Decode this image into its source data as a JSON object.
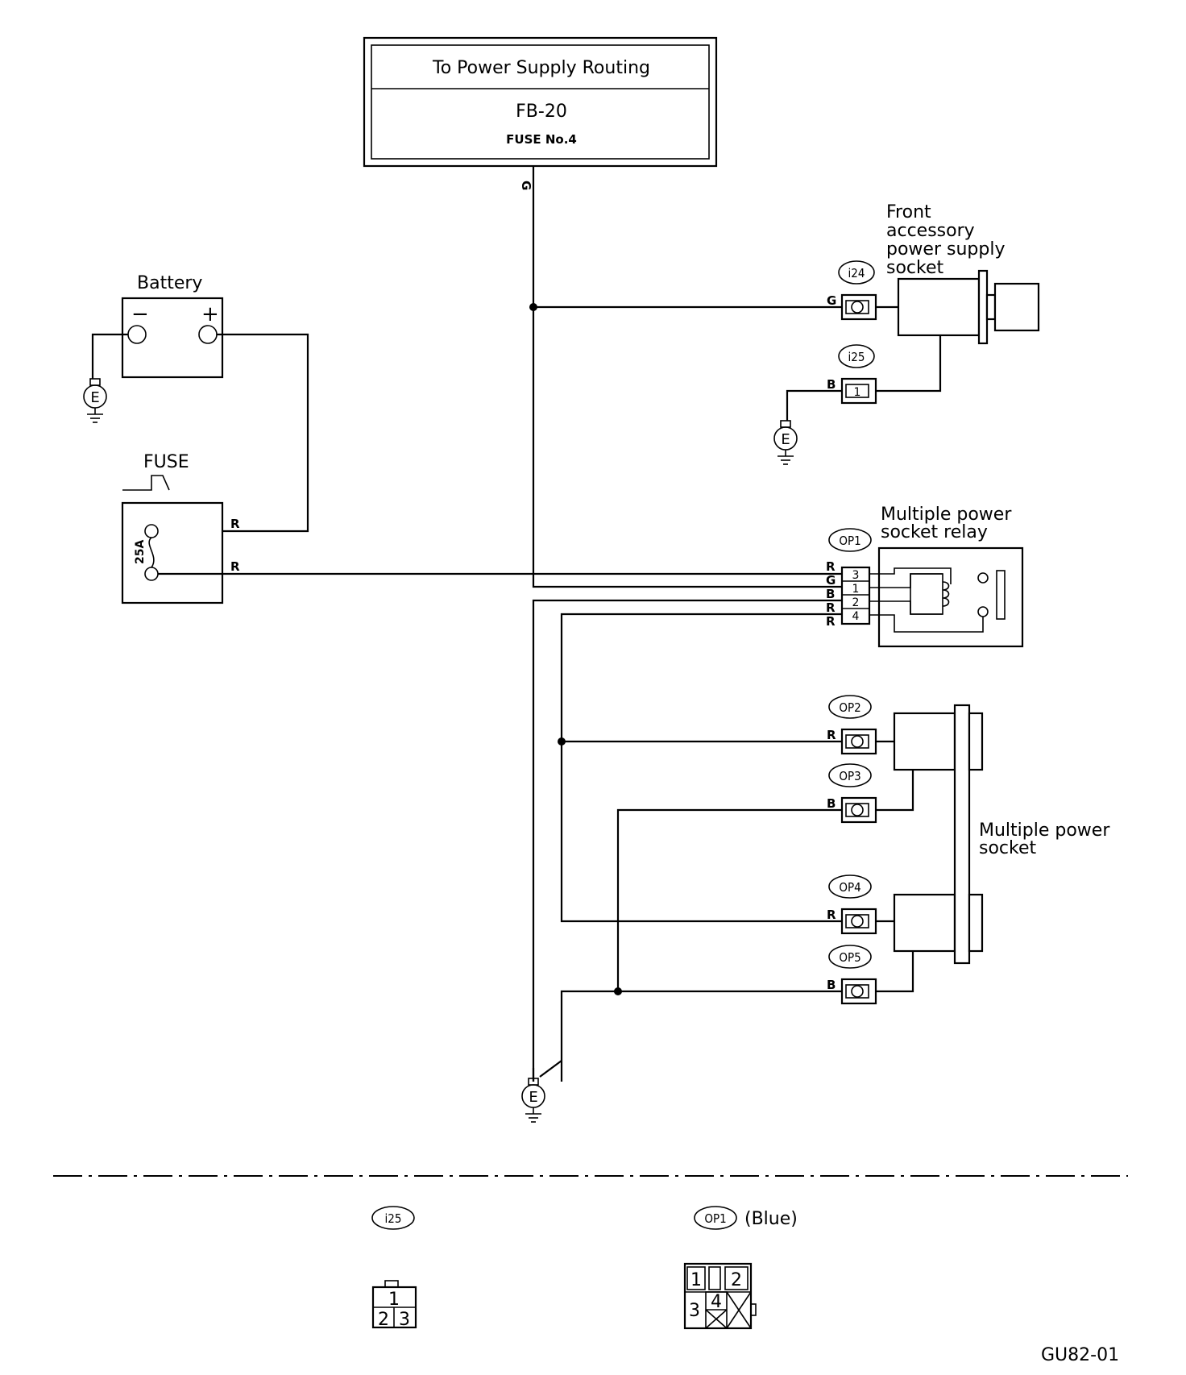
{
  "power_box": {
    "title": "To Power Supply Routing",
    "ref": "FB-20",
    "fuse": "FUSE No.4"
  },
  "battery": {
    "label": "Battery",
    "neg": "−",
    "pos": "+"
  },
  "fuse": {
    "label": "FUSE",
    "rating": "25A"
  },
  "ground_symbol": "E",
  "wire_colors": {
    "g": "G",
    "r": "R",
    "b": "B"
  },
  "front_socket": {
    "label_lines": [
      "Front",
      "accessory",
      "power supply",
      "socket"
    ],
    "conn_i24": "i24",
    "conn_i25": "i25",
    "i25_pin": "1"
  },
  "relay": {
    "label_lines": [
      "Multiple power",
      "socket relay"
    ],
    "connector": "OP1",
    "pins": [
      "3",
      "1",
      "2",
      "4"
    ],
    "wires": [
      "R",
      "G",
      "B",
      "R",
      "R"
    ]
  },
  "multi_socket": {
    "label_lines": [
      "Multiple power",
      "socket"
    ],
    "connectors": [
      "OP2",
      "OP3",
      "OP4",
      "OP5"
    ]
  },
  "legend": {
    "i25": {
      "id": "i25",
      "pins": [
        "1",
        "2",
        "3"
      ]
    },
    "op1": {
      "id": "OP1",
      "note": "(Blue)",
      "pins": [
        "1",
        "2",
        "3",
        "4"
      ]
    }
  },
  "diagram_code": "GU82-01"
}
